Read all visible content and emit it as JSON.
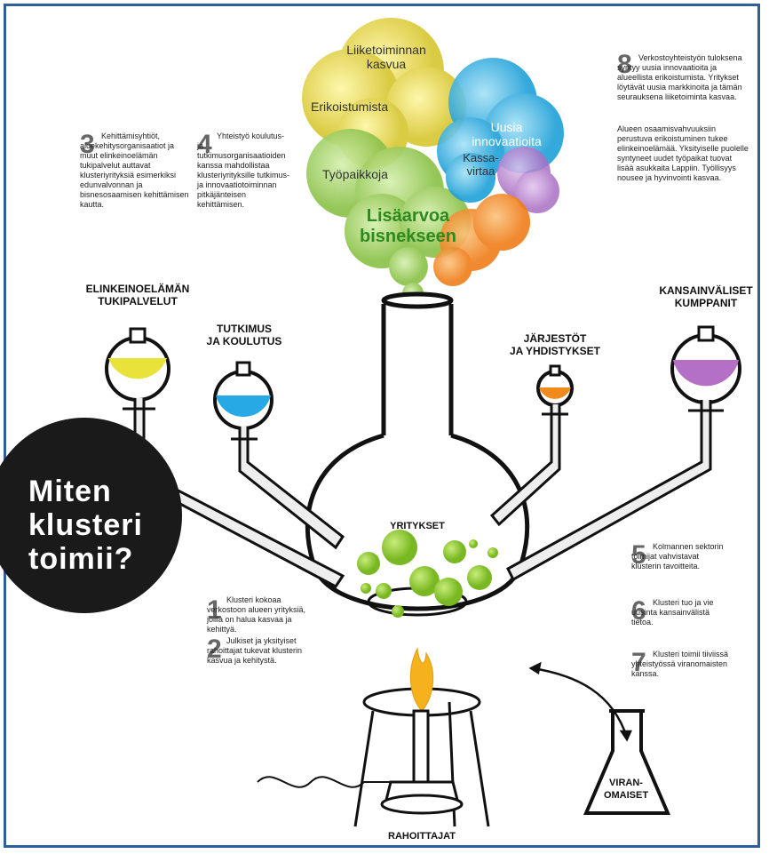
{
  "title_question": [
    "Miten",
    "klusteri",
    "toimii?"
  ],
  "clouds": {
    "growth": "Liiketoiminnan kasvua",
    "specialisation": "Erikoistumista",
    "innovations": "Uusia innovaatioita",
    "jobs": "Työpaikkoja",
    "cashflow": "Kassa-virtaa",
    "value": [
      "Lisäarvoa",
      "bisnekseen"
    ]
  },
  "labels": {
    "business_support": [
      "ELINKEINOELÄMÄN",
      "TUKIPALVELUT"
    ],
    "research": [
      "TUTKIMUS",
      "JA KOULUTUS"
    ],
    "organizations": [
      "JÄRJESTÖT",
      "JA YHDISTYKSET"
    ],
    "international": [
      "KANSAINVÄLISET",
      "KUMPPANIT"
    ],
    "companies": "YRITYKSET",
    "authorities": [
      "VIRAN-",
      "OMAISET"
    ],
    "financiers": "RAHOITTAJAT"
  },
  "notes": [
    {
      "num": "1",
      "text": "Klusteri kokoaa verkostoon alueen yrityksiä, joilla on halua kasvaa ja kehittyä."
    },
    {
      "num": "2",
      "text": "Julkiset ja yksityiset rahoittajat tukevat klusterin kasvua ja kehitystä."
    },
    {
      "num": "3",
      "text": "Kehittämisyhtiöt, aluekehitysorganisaatiot ja muut elinkeinoelämän tukipalvelut auttavat klusteriyrityksiä esimerkiksi edunvalvonnan ja bisnesosaamisen kehittämisen kautta."
    },
    {
      "num": "4",
      "text": "Yhteistyö koulutus- ja tutkimusorganisaatioiden kanssa mahdollistaa klusteriyrityksille tutkimus- ja innovaatiotoiminnan pitkäjänteisen kehittämisen."
    },
    {
      "num": "5",
      "text": "Kolmannen sektorin toimijat vahvistavat klusterin tavoitteita."
    },
    {
      "num": "6",
      "text": "Klusteri tuo ja vie uusinta kansainvälistä tietoa."
    },
    {
      "num": "7",
      "text": "Klusteri toimii tiiviissä yhteistyössä viranomaisten kanssa."
    },
    {
      "num": "8",
      "text": "Verkostoyhteistyön tuloksena syntyy uusia innovaatioita ja alueellista erikoistumista. Yritykset löytävät uusia markkinoita ja tämän seurauksena liiketoiminta kasvaa.",
      "text2": "Alueen osaamisvahvuuksiin perustuva erikoistuminen tukee elinkeinoelämää. Yksityiselle puolelle syntyneet uudet työpaikat tuovat lisää asukkaita Lappiin. Työllisyys nousee ja hyvinvointi kasvaa."
    }
  ],
  "colors": {
    "frame": "#2f5f9a",
    "yellow_liquid": "#e8e23a",
    "blue_liquid": "#27a9e6",
    "orange_liquid": "#f08a1c",
    "purple_liquid": "#b470c4",
    "bubble_green": "#8ccb2c",
    "cloud_value_text": "#2d8a1e"
  }
}
